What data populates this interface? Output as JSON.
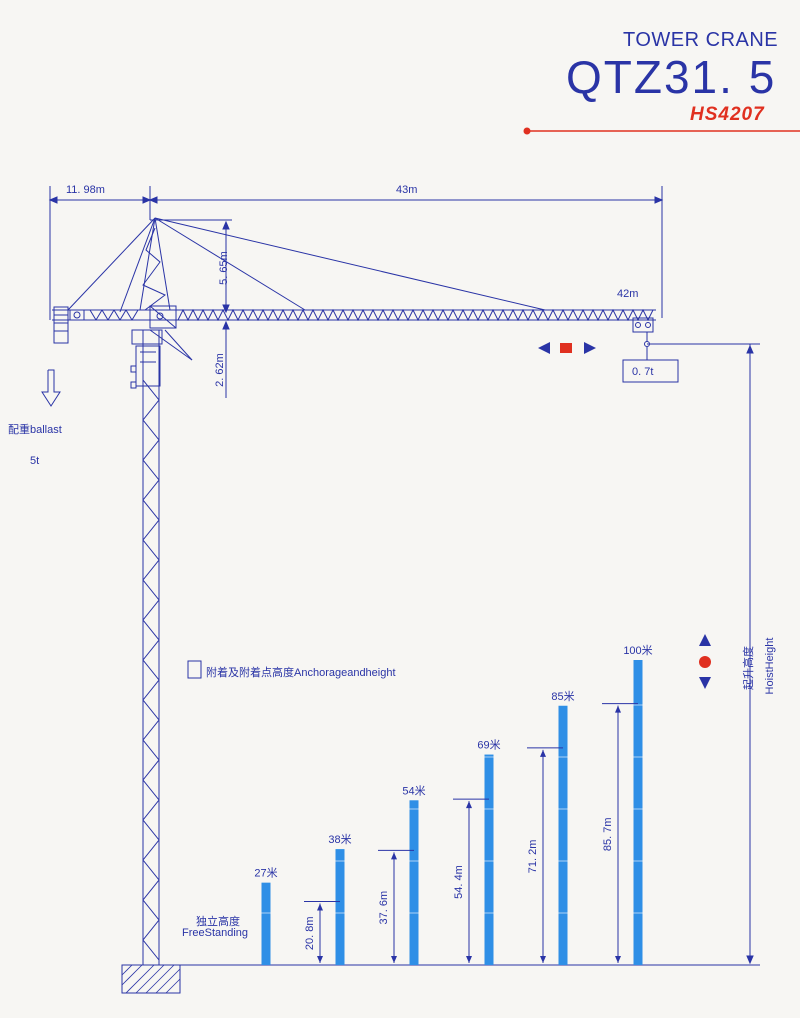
{
  "header": {
    "subtitle": "TOWER CRANE",
    "title": "QTZ31. 5",
    "model": "HS4207"
  },
  "dimensions": {
    "counter_jib": "11. 98m",
    "jib_length": "43m",
    "jib_tip": "42m",
    "top_height": "5. 65m",
    "cab_height": "2. 62m",
    "tip_load": "0. 7t"
  },
  "ballast": {
    "label": "配重ballast",
    "weight": "5t"
  },
  "legend": {
    "anchorage": "附着及附着点高度Anchorageandheight"
  },
  "hoist": {
    "label_cn": "起升高度",
    "label_en": "HoistHeight"
  },
  "freestanding": {
    "label_cn": "独立高度",
    "label_en": "FreeStanding"
  },
  "chart_data": {
    "type": "bar",
    "categories": [
      "27米",
      "38米",
      "54米",
      "69米",
      "85米",
      "100米"
    ],
    "values": [
      27,
      38,
      54,
      69,
      85,
      100
    ],
    "anchor_heights": [
      "20. 8m",
      "37. 6m",
      "54. 4m",
      "71. 2m",
      "85. 7m"
    ],
    "ylabel": "HoistHeight",
    "colors": {
      "bar": "#2f8fe6",
      "line": "#2a34a6",
      "accent": "#e03020"
    }
  }
}
